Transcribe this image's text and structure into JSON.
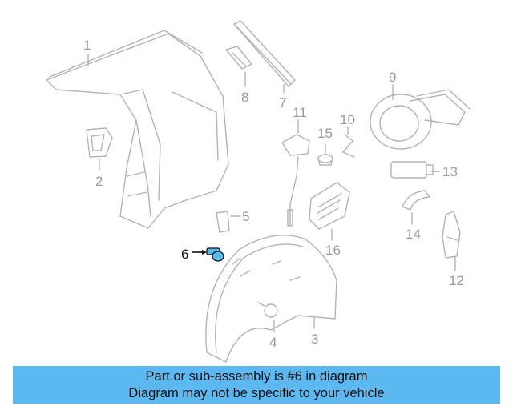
{
  "diagram": {
    "callouts": [
      {
        "id": "p1",
        "label": "1"
      },
      {
        "id": "p2",
        "label": "2"
      },
      {
        "id": "p3",
        "label": "3"
      },
      {
        "id": "p4",
        "label": "4"
      },
      {
        "id": "p5",
        "label": "5"
      },
      {
        "id": "p6",
        "label": "6",
        "highlighted": true
      },
      {
        "id": "p7",
        "label": "7"
      },
      {
        "id": "p8",
        "label": "8"
      },
      {
        "id": "p9",
        "label": "9"
      },
      {
        "id": "p10",
        "label": "10"
      },
      {
        "id": "p11",
        "label": "11"
      },
      {
        "id": "p12",
        "label": "12"
      },
      {
        "id": "p13",
        "label": "13"
      },
      {
        "id": "p14",
        "label": "14"
      },
      {
        "id": "p15",
        "label": "15"
      },
      {
        "id": "p16",
        "label": "16"
      }
    ],
    "highlight_color": "#5bb8f0",
    "line_color": "#b4b4b4"
  },
  "banner": {
    "line1": "Part or sub-assembly is #6 in diagram",
    "line2": "Diagram may not be specific to your vehicle",
    "color": "#5bb8f0"
  }
}
